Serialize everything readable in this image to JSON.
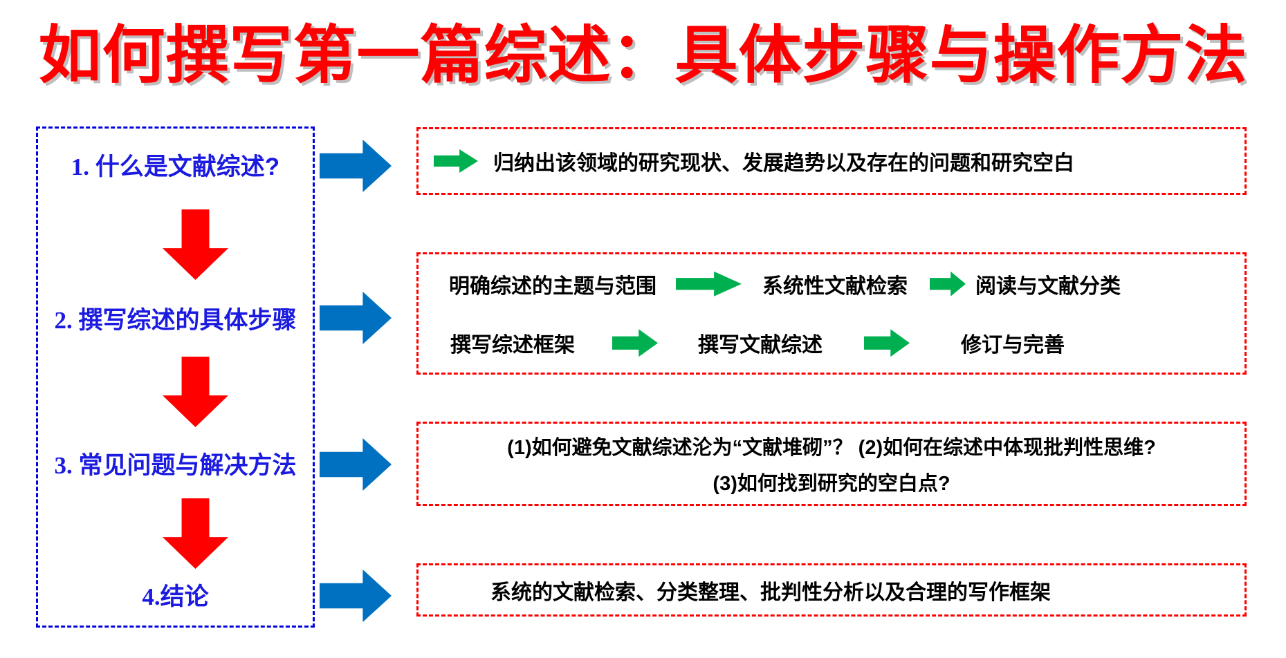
{
  "title": "如何撰写第一篇综述：具体步骤与操作方法",
  "colors": {
    "title_red": "#fe0000",
    "outline_blue_text": "#1a1ae0",
    "outline_blue_border": "#0202dd",
    "connector_blue": "#0070c0",
    "step_green": "#00b050",
    "detail_box_red": "#fe0000",
    "body_text": "#000000"
  },
  "left_panel": {
    "items": [
      {
        "num": "1. ",
        "text": "什么是文献综述?"
      },
      {
        "num": "2. ",
        "text": "撰写综述的具体步骤"
      },
      {
        "num": "3. ",
        "text": "常见问题与解决方法"
      },
      {
        "num": "4.",
        "text": "结论"
      }
    ]
  },
  "detail_boxes": {
    "box1": {
      "text": "归纳出该领域的研究现状、发展趋势以及存在的问题和研究空白"
    },
    "box2": {
      "row1": [
        "明确综述的主题与范围",
        "系统性文献检索",
        "阅读与文献分类"
      ],
      "row2": [
        "撰写综述框架",
        "撰写文献综述",
        "修订与完善"
      ]
    },
    "box3": {
      "line1": "(1)如何避免文献综述沦为“文献堆砌”？ (2)如何在综述中体现批判性思维?",
      "line2": "(3)如何找到研究的空白点?"
    },
    "box4": {
      "text": "系统的文献检索、分类整理、批判性分析以及合理的写作框架"
    }
  },
  "icons": {
    "down_arrow": "red-down-arrow",
    "connector_arrow": "blue-right-arrow",
    "step_arrow": "green-right-arrow"
  }
}
